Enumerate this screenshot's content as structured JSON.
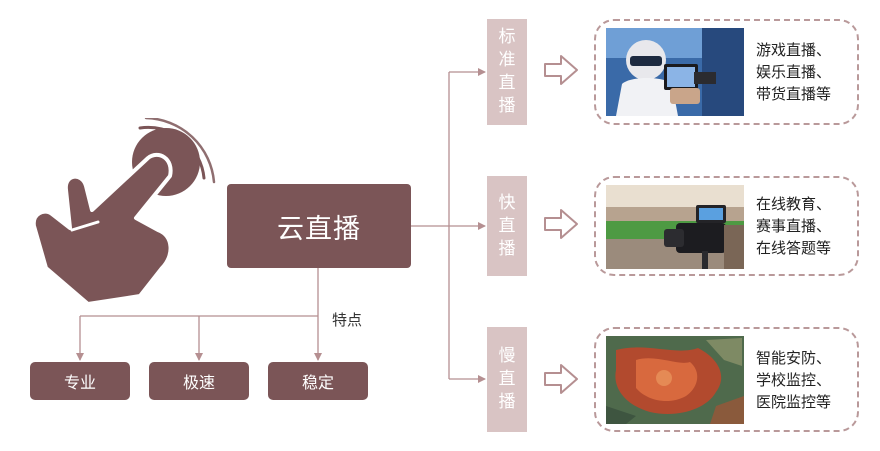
{
  "center": {
    "label": "云直播"
  },
  "features": {
    "label": "特点",
    "items": [
      "专业",
      "极速",
      "稳定"
    ]
  },
  "categories": [
    {
      "tag": [
        "标",
        "准",
        "直",
        "播"
      ],
      "desc": [
        "游戏直播、",
        "娱乐直播、",
        "带货直播等"
      ],
      "photo": "racing-helmet-filming-photo"
    },
    {
      "tag": [
        "快",
        "直",
        "播"
      ],
      "desc": [
        "在线教育、",
        "赛事直播、",
        "在线答题等"
      ],
      "photo": "stadium-camera-photo"
    },
    {
      "tag": [
        "慢",
        "直",
        "播"
      ],
      "desc": [
        "智能安防、",
        "学校监控、",
        "医院监控等"
      ],
      "photo": "aerial-map-photo"
    }
  ],
  "colors": {
    "primary": "#7b5557",
    "tag": "#d9c4c4",
    "line": "#b58f91",
    "dashed_border": "#b9999a"
  },
  "icons": [
    "hand-tap-icon",
    "outline-arrow-icon"
  ]
}
